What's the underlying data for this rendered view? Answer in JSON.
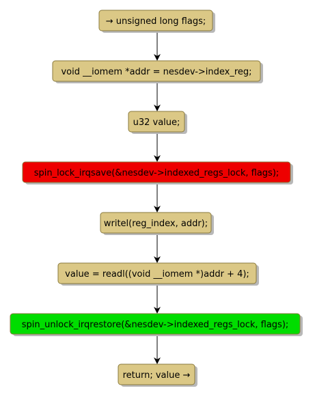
{
  "colors": {
    "default_fill": "#DBC886",
    "border": "#8A7A3D",
    "shadow": "#B8B8B8",
    "arrow": "#000000",
    "lock_fill": "#EE0000",
    "unlock_fill": "#00DD00"
  },
  "nodes": [
    {
      "id": "n1",
      "text": "→ unsigned long flags;",
      "kind": "default"
    },
    {
      "id": "n2",
      "text": "void __iomem *addr = nesdev->index_reg;",
      "kind": "default"
    },
    {
      "id": "n3",
      "text": "u32 value;",
      "kind": "default"
    },
    {
      "id": "n4",
      "text": "spin_lock_irqsave(&nesdev->indexed_regs_lock, flags);",
      "kind": "lock"
    },
    {
      "id": "n5",
      "text": "writel(reg_index, addr);",
      "kind": "default"
    },
    {
      "id": "n6",
      "text": "value = readl((void __iomem *)addr + 4);",
      "kind": "default"
    },
    {
      "id": "n7",
      "text": "spin_unlock_irqrestore(&nesdev->indexed_regs_lock, flags);",
      "kind": "unlock"
    },
    {
      "id": "n8",
      "text": "return; value →",
      "kind": "default"
    }
  ]
}
